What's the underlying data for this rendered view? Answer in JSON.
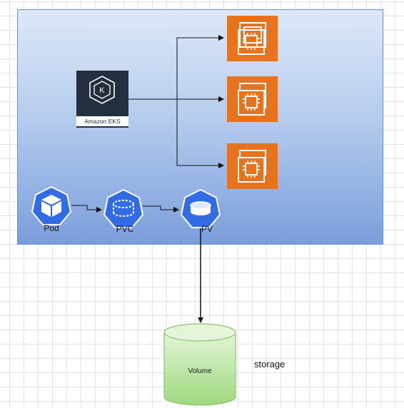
{
  "diagram": {
    "eks": {
      "label": "Amazon EKS",
      "icon": "eks-icon"
    },
    "ec2_instances": [
      {
        "icon": "ec2-instance-icon"
      },
      {
        "icon": "ec2-instance-icon"
      },
      {
        "icon": "ec2-instance-icon"
      }
    ],
    "k8s_nodes": [
      {
        "label": "Pod",
        "icon": "pod-icon"
      },
      {
        "label": "PVC",
        "icon": "pvc-icon"
      },
      {
        "label": "PV",
        "icon": "pv-icon"
      }
    ],
    "volume": {
      "label": "Volume"
    },
    "storage_label": "storage",
    "colors": {
      "ec2_orange": "#e8731e",
      "eks_dark": "#232f3e",
      "k8s_blue": "#326ce5",
      "volume_green": "#b4e09a",
      "cluster_top": "#dde8f8",
      "cluster_bottom": "#7a9edc"
    }
  }
}
